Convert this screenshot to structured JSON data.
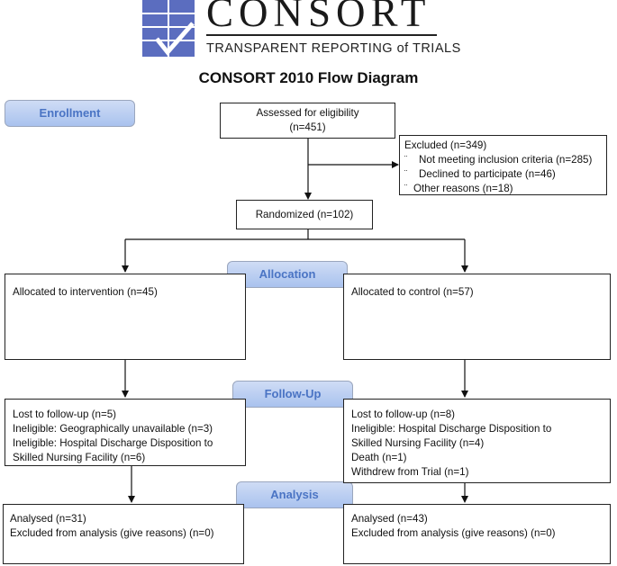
{
  "logo": {
    "name": "CONSORT",
    "tagline": "TRANSPARENT REPORTING of TRIALS"
  },
  "title": "CONSORT 2010 Flow Diagram",
  "stages": {
    "enrollment": "Enrollment",
    "allocation": "Allocation",
    "followup": "Follow-Up",
    "analysis": "Analysis"
  },
  "assessed": {
    "line1": "Assessed for eligibility",
    "line2": "(n=451)"
  },
  "excluded": {
    "header": "Excluded (n=349)",
    "bullet": "¨",
    "items": [
      "Not meeting inclusion criteria (n=285)",
      "Declined to participate (n=46)",
      "Other reasons (n=18)"
    ]
  },
  "randomized": "Randomized (n=102)",
  "intervention": {
    "allocated": "Allocated to intervention (n=45)",
    "followup": [
      "Lost to follow-up (n=5)",
      "Ineligible: Geographically unavailable (n=3)",
      "Ineligible: Hospital Discharge Disposition to",
      "Skilled Nursing Facility (n=6)"
    ],
    "analysis": [
      "Analysed (n=31)",
      "Excluded from analysis (give reasons) (n=0)"
    ]
  },
  "control": {
    "allocated": "Allocated to control (n=57)",
    "followup": [
      "Lost to follow-up (n=8)",
      "Ineligible: Hospital Discharge Disposition to",
      "Skilled Nursing Facility (n=4)",
      "Death (n=1)",
      "Withdrew from Trial (n=1)"
    ],
    "analysis": [
      "Analysed (n=43)",
      "Excluded from analysis (give reasons) (n=0)"
    ]
  },
  "colors": {
    "stage_fill_top": "#cfdcf5",
    "stage_fill_bottom": "#a9c2ee",
    "stage_text": "#4a74c4",
    "logo_blue": "#5b6dbf"
  }
}
